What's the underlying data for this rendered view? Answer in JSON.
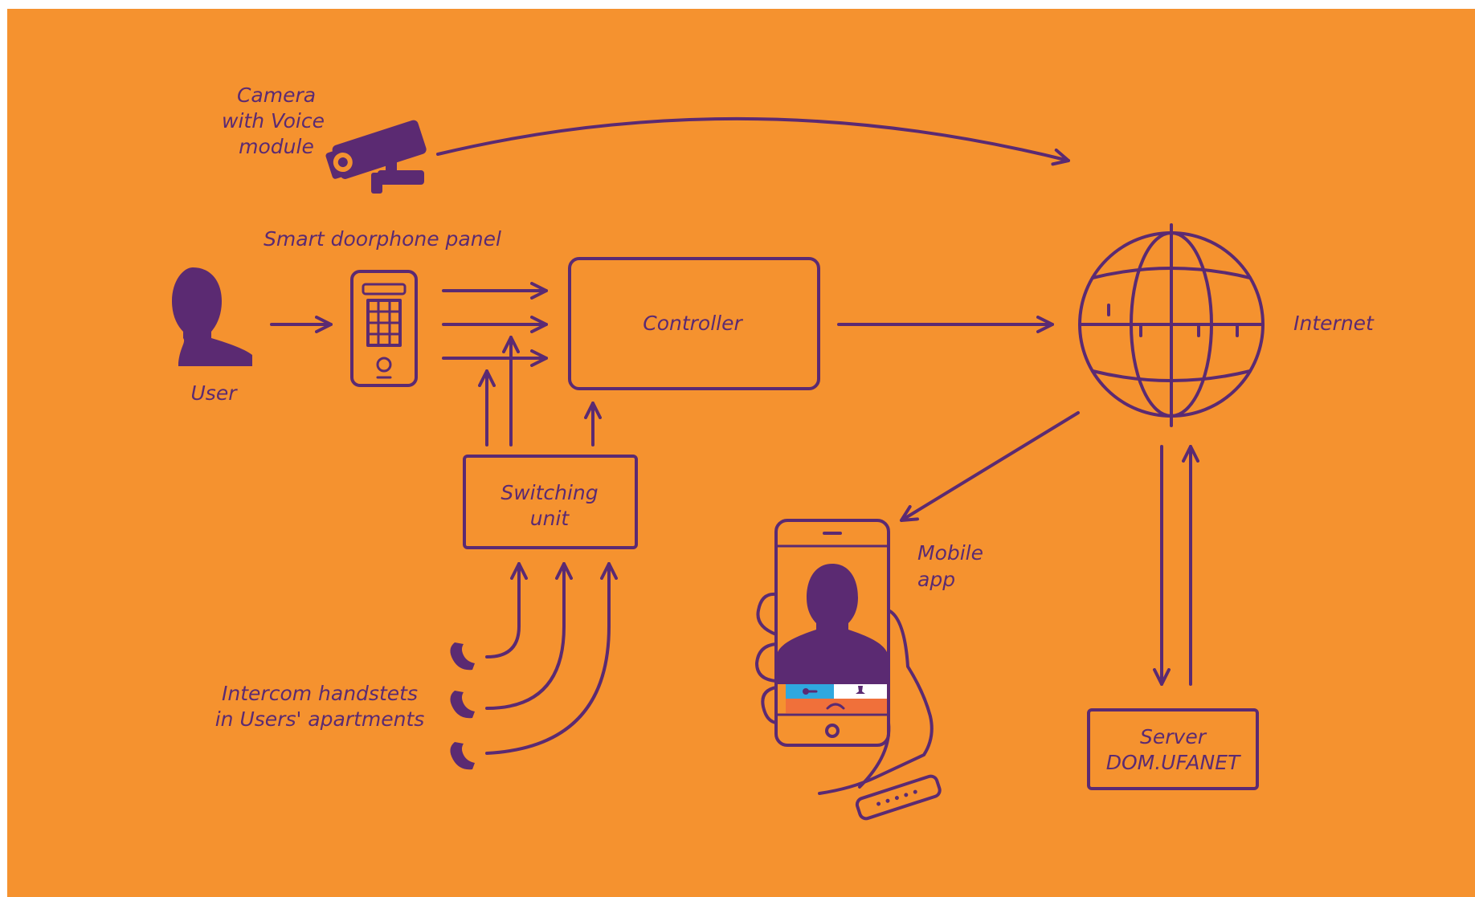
{
  "colors": {
    "background": "#f5922f",
    "ink": "#5b2a72",
    "screen_blue": "#2fa8df",
    "screen_white": "#ffffff",
    "screen_orange": "#f0703a"
  },
  "labels": {
    "camera_line1": "Camera",
    "camera_line2": "with Voice",
    "camera_line3": "module",
    "panel": "Smart doorphone panel",
    "user": "User",
    "controller": "Controller",
    "internet": "Internet",
    "switching_line1": "Switching",
    "switching_line2": "unit",
    "mobile_line1": "Mobile",
    "mobile_line2": "app",
    "handsets_line1": "Intercom handstets",
    "handsets_line2": "in Users' apartments",
    "server_line1": "Server",
    "server_line2": "DOM.UFANET"
  },
  "icons": [
    "camera-icon",
    "user-icon",
    "doorphone-panel-icon",
    "globe-icon",
    "phone-handset-icon",
    "smartphone-icon",
    "hand-icon"
  ]
}
